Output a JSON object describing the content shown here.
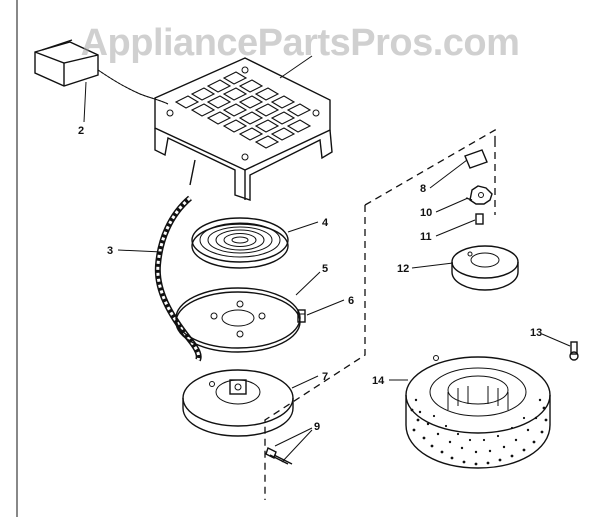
{
  "watermark": "AppliancePartsPros.com",
  "header_scribble": "",
  "callouts": [
    {
      "id": "2",
      "label": "2"
    },
    {
      "id": "3",
      "label": "3"
    },
    {
      "id": "4",
      "label": "4"
    },
    {
      "id": "5",
      "label": "5"
    },
    {
      "id": "6",
      "label": "6"
    },
    {
      "id": "7",
      "label": "7"
    },
    {
      "id": "8",
      "label": "8"
    },
    {
      "id": "9",
      "label": "9"
    },
    {
      "id": "10",
      "label": "10"
    },
    {
      "id": "11",
      "label": "11"
    },
    {
      "id": "12",
      "label": "12"
    },
    {
      "id": "13",
      "label": "13"
    },
    {
      "id": "14",
      "label": "14"
    }
  ],
  "colors": {
    "ink": "#111111",
    "watermark": "#aaaaaa",
    "background": "#ffffff"
  }
}
